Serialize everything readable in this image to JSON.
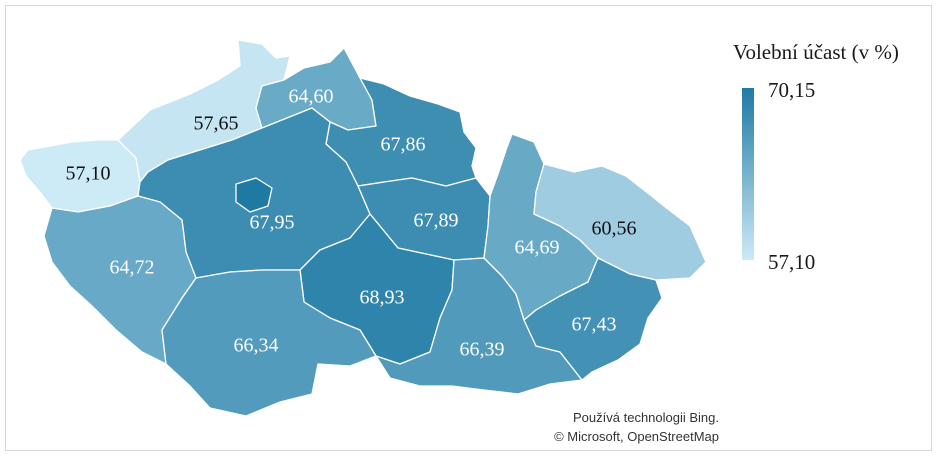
{
  "legend": {
    "title": "Volební účast (v %)",
    "max_label": "70,15",
    "min_label": "57,10",
    "max_value": 70.15,
    "min_value": 57.1,
    "color_max": "#1f7aa3",
    "color_min": "#cdeaf7"
  },
  "attribution": {
    "line1": "Používá technologii Bing.",
    "line2": "© Microsoft, OpenStreetMap"
  },
  "regions": [
    {
      "id": "karlovarsky",
      "value": 57.1,
      "label": "57,10",
      "label_color": "#111111"
    },
    {
      "id": "ustecky",
      "value": 57.65,
      "label": "57,65",
      "label_color": "#111111"
    },
    {
      "id": "liberecky",
      "value": 64.6,
      "label": "64,60",
      "label_color": "#ffffff"
    },
    {
      "id": "kralovehradecky",
      "value": 67.86,
      "label": "67,86",
      "label_color": "#ffffff"
    },
    {
      "id": "stredocesky",
      "value": 67.95,
      "label": "67,95",
      "label_color": "#ffffff"
    },
    {
      "id": "praha",
      "value": 70.15,
      "label": "",
      "label_color": "#ffffff"
    },
    {
      "id": "pardubicky",
      "value": 67.89,
      "label": "67,89",
      "label_color": "#ffffff"
    },
    {
      "id": "plzensky",
      "value": 64.72,
      "label": "64,72",
      "label_color": "#ffffff"
    },
    {
      "id": "vysocina",
      "value": 68.93,
      "label": "68,93",
      "label_color": "#ffffff"
    },
    {
      "id": "jihocesky",
      "value": 66.34,
      "label": "66,34",
      "label_color": "#ffffff"
    },
    {
      "id": "jihomoravsky",
      "value": 66.39,
      "label": "66,39",
      "label_color": "#ffffff"
    },
    {
      "id": "olomoucky",
      "value": 64.69,
      "label": "64,69",
      "label_color": "#ffffff"
    },
    {
      "id": "moravskoslezsky",
      "value": 60.56,
      "label": "60,56",
      "label_color": "#111111"
    },
    {
      "id": "zlinsky",
      "value": 67.43,
      "label": "67,43",
      "label_color": "#ffffff"
    }
  ]
}
